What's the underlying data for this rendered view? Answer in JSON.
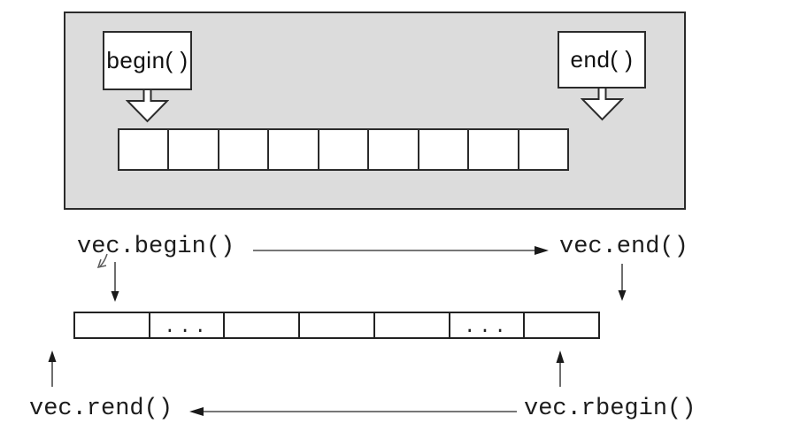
{
  "top_figure": {
    "begin_label": "begin( )",
    "end_label": "end( )",
    "cells": [
      "",
      "",
      "",
      "",
      "",
      "",
      "",
      "",
      ""
    ]
  },
  "bottom_figure": {
    "begin_label": "vec.begin()",
    "end_label": "vec.end()",
    "rend_label": "vec.rend()",
    "rbegin_label": "vec.rbegin()",
    "cells": [
      "",
      "...",
      "",
      "",
      "",
      "...",
      ""
    ]
  },
  "colors": {
    "panel_fill": "#dcdcdc",
    "box_fill": "#ffffff",
    "border": "#2b2b2b",
    "arrow_line": "#4a4a4a",
    "text": "#1c1c1c"
  }
}
